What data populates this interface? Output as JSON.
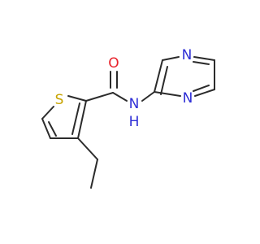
{
  "molecule": {
    "atoms": {
      "sulfur": {
        "label": "S",
        "color": "#c8a400"
      },
      "oxygen": {
        "label": "O",
        "color": "#e8222b"
      },
      "amide_n": {
        "label": "N",
        "color": "#2f2fd6"
      },
      "amide_h": {
        "label": "H",
        "color": "#2f2fd6"
      },
      "pyrazine_n_top": {
        "label": "N",
        "color": "#2f2fd6"
      },
      "pyrazine_n_bottom": {
        "label": "N",
        "color": "#2f2fd6"
      }
    },
    "bond_color": "#2b2b2b"
  }
}
